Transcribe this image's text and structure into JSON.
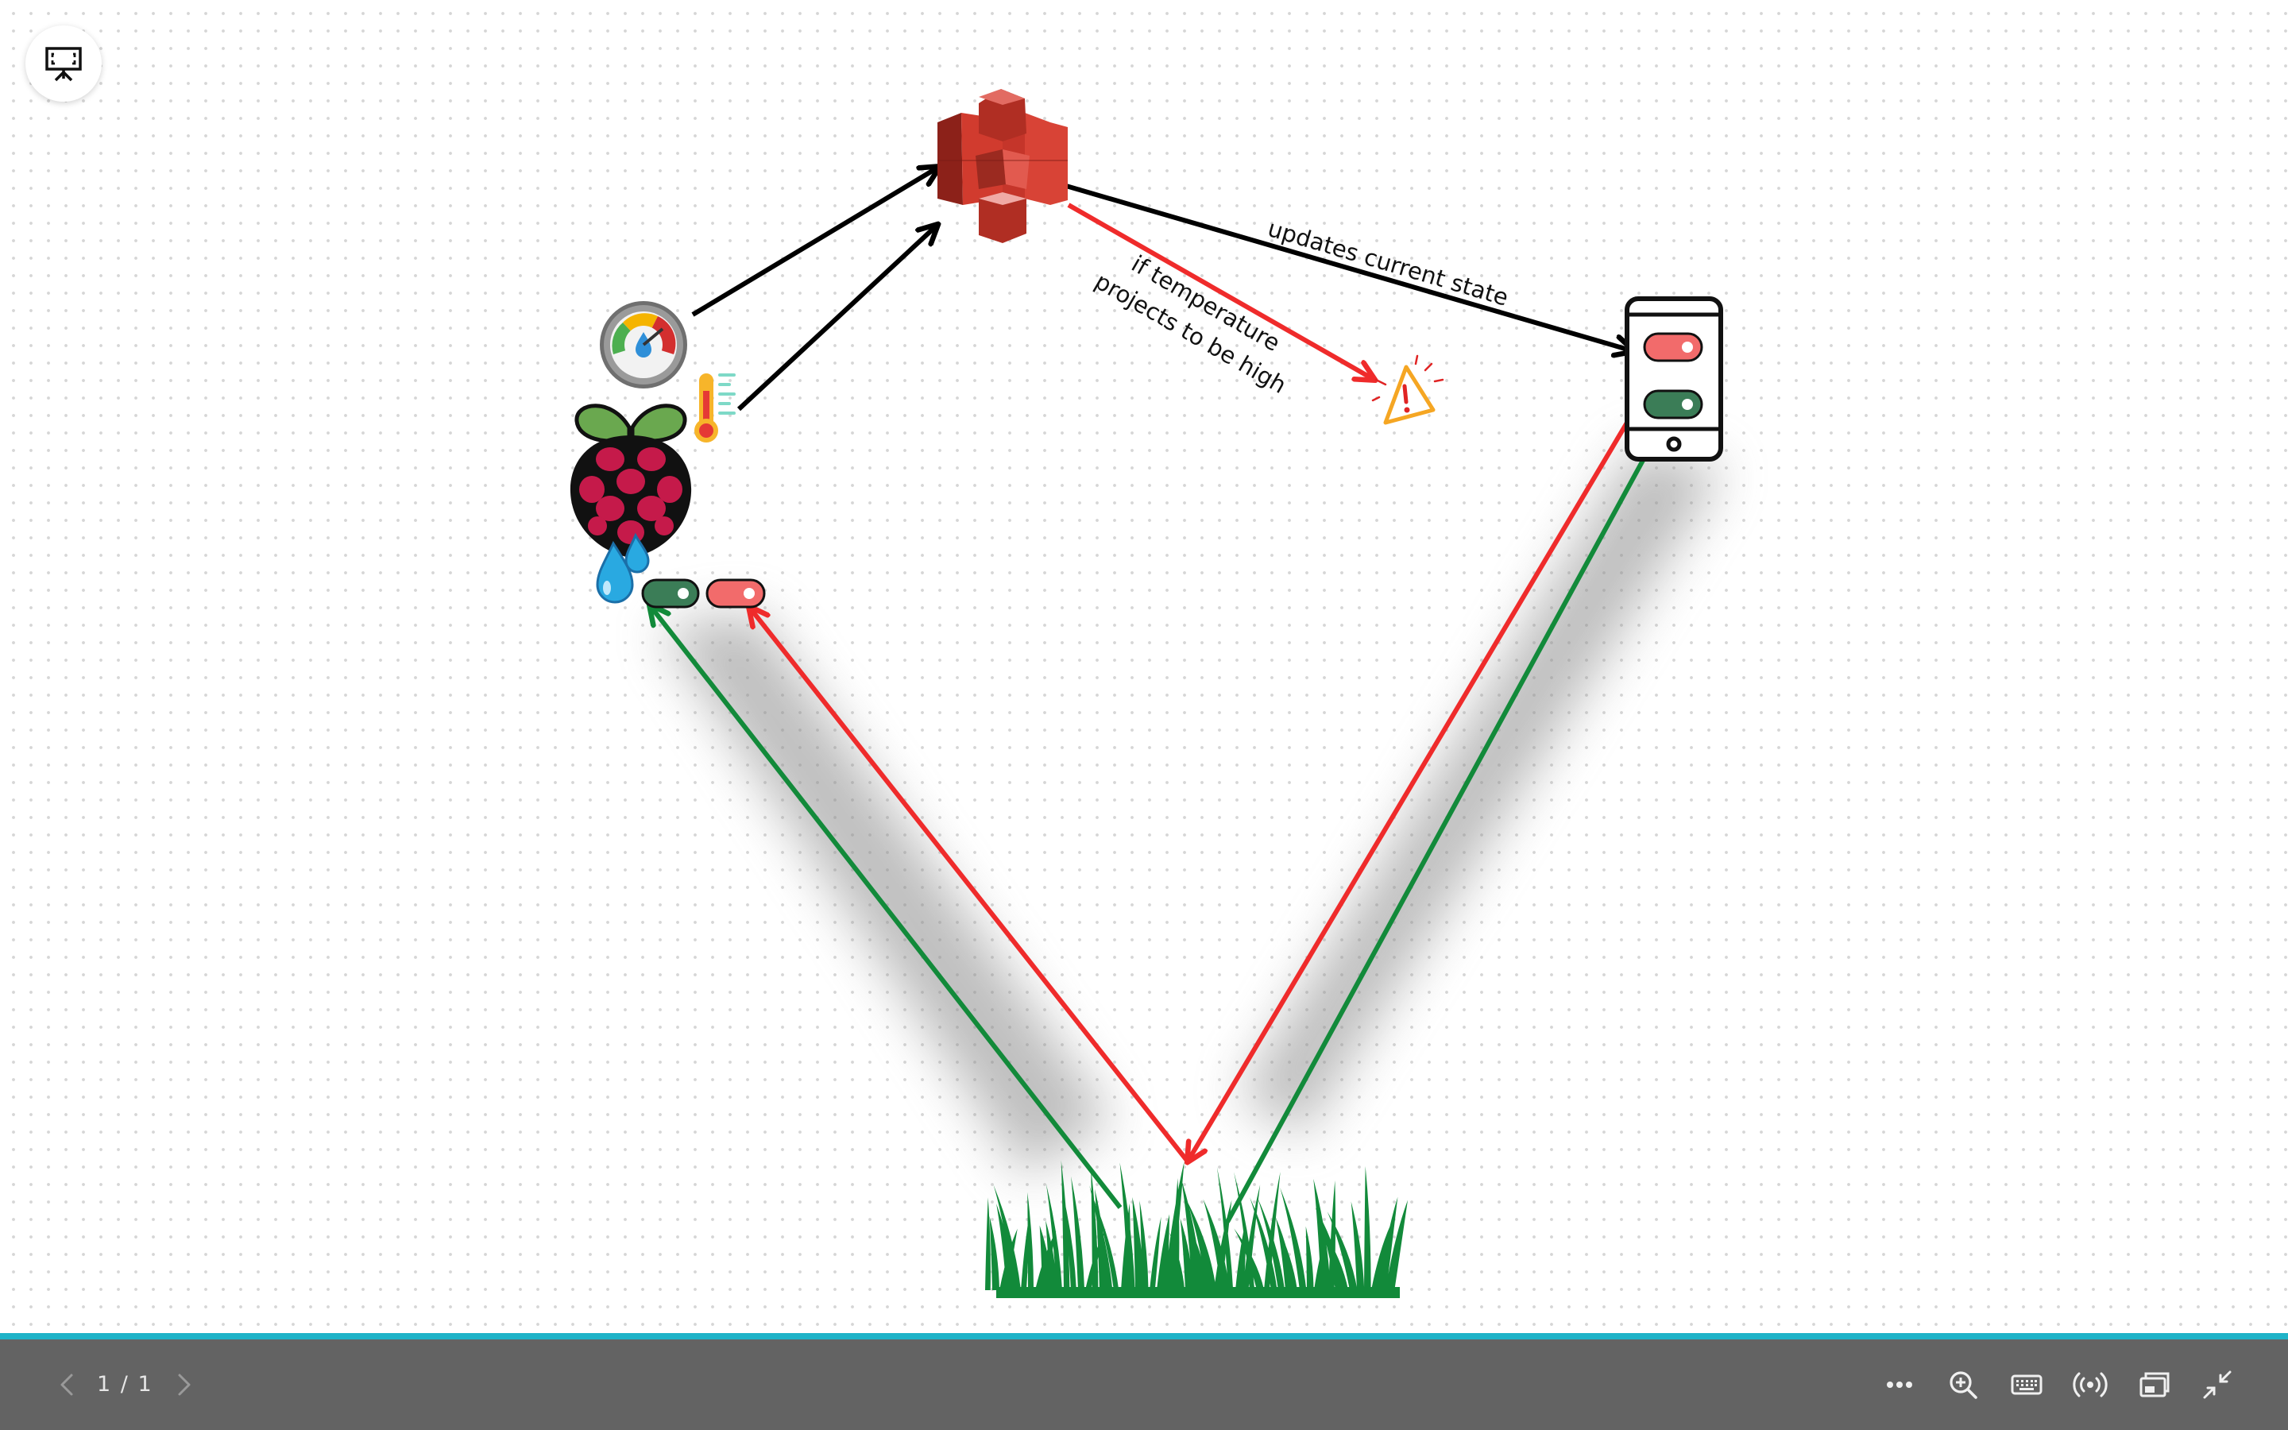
{
  "canvas": {
    "labels": {
      "updates_state": "updates current state",
      "condition_line1": "if temperature",
      "condition_line2": "projects to be high"
    }
  },
  "icons": {
    "present": "presentation-icon",
    "cloud": "aws-s3-bucket-icon",
    "humidity_gauge": "humidity-gauge-icon",
    "thermometer": "thermometer-icon",
    "raspberry_pi": "raspberry-pi-icon",
    "water": "water-drops-icon",
    "pi_toggle_on": "toggle-on-icon",
    "pi_toggle_off": "toggle-off-icon",
    "warning": "warning-icon",
    "phone": "smartphone-icon",
    "grass": "grass-icon"
  },
  "colors": {
    "s3_red": "#d13b2e",
    "arrow_red": "#ef2b2b",
    "arrow_green": "#128a3a",
    "toggle_green": "#3b7d57",
    "toggle_red": "#f26b6b",
    "toolbar_bg": "#636363",
    "accent": "#1fb3c8"
  },
  "toolbar": {
    "page_indicator": "1 / 1",
    "prev": "chevron-left-icon",
    "next": "chevron-right-icon",
    "more": "more-icon",
    "zoom": "zoom-in-icon",
    "keyboard": "keyboard-icon",
    "broadcast": "broadcast-icon",
    "window": "window-icon",
    "exit_fullscreen": "exit-fullscreen-icon"
  }
}
